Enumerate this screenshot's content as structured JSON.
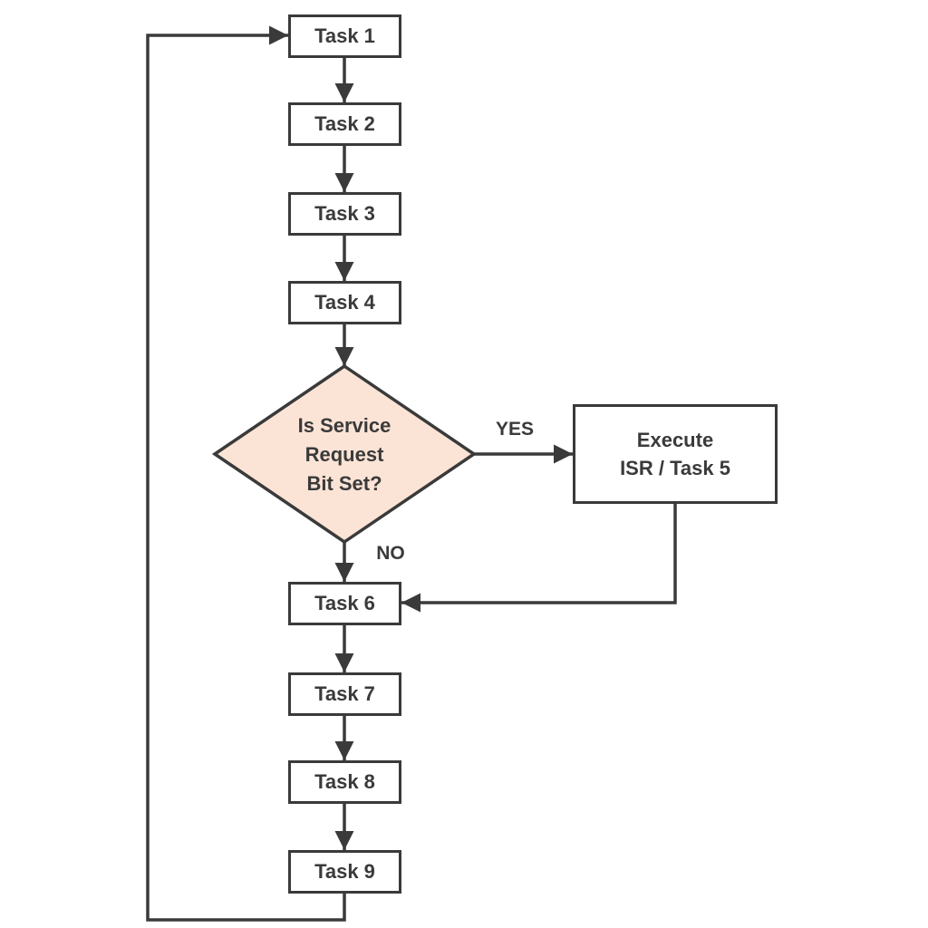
{
  "colors": {
    "background": "#ffffff",
    "stroke": "#3a3a3a",
    "text": "#3a3a3a",
    "box_fill": "#ffffff",
    "diamond_fill": "#fbe4d6"
  },
  "flowchart": {
    "tasks": [
      "Task 1",
      "Task 2",
      "Task 3",
      "Task 4",
      "Task 6",
      "Task 7",
      "Task 8",
      "Task 9"
    ],
    "decision": {
      "lines": [
        "Is Service",
        "Request",
        "Bit Set?"
      ]
    },
    "isr_box": {
      "lines": [
        "Execute",
        "ISR / Task 5"
      ]
    },
    "edge_labels": {
      "yes": "YES",
      "no": "NO"
    }
  }
}
